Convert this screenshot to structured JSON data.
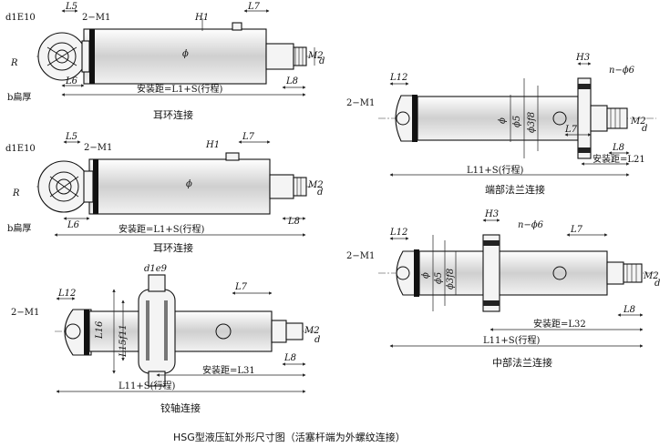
{
  "main_title": "HSG型液压缸外形尺寸图（活塞杆端为外螺纹连接）",
  "views": {
    "ear_ring_1": {
      "caption": "耳环连接",
      "labels": {
        "d1e10": "d1E10",
        "r": "R",
        "b_thick": "b扁厚",
        "l5": "L5",
        "two_m1": "2−M1",
        "h1": "H1",
        "l7": "L7",
        "l6": "L6",
        "phi": "ϕ",
        "m2": "M2",
        "d": "d",
        "l8": "L8",
        "install": "安装距=L1+S(行程)"
      }
    },
    "ear_ring_2": {
      "caption": "耳环连接",
      "labels": {
        "d1e10": "d1E10",
        "r": "R",
        "b_thick": "b扁厚",
        "l5": "L5",
        "two_m1": "2−M1",
        "h1": "H1",
        "l7": "L7",
        "l6": "L6",
        "phi": "ϕ",
        "m2": "M2",
        "d": "d",
        "l8": "L8",
        "install": "安装距=L1+S(行程)"
      }
    },
    "trunnion": {
      "caption": "铰轴连接",
      "labels": {
        "d1e9": "d1e9",
        "l12": "L12",
        "two_m1": "2−M1",
        "l16": "L16",
        "l15f11": "L15f11",
        "l7": "L7",
        "m2": "M2",
        "d": "d",
        "l8": "L8",
        "install": "安装距=L31",
        "total": "L11+S(行程)"
      }
    },
    "end_flange": {
      "caption": "端部法兰连接",
      "labels": {
        "l12": "L12",
        "h3": "H3",
        "n_phi6": "n−ϕ6",
        "two_m1": "2−M1",
        "phi": "ϕ",
        "phi5": "ϕ5",
        "phi3f8": "ϕ3f8",
        "l7": "L7",
        "m2": "M2",
        "d": "d",
        "l8": "L8",
        "install": "安装距=L21",
        "total": "L11+S(行程)"
      }
    },
    "mid_flange": {
      "caption": "中部法兰连接",
      "labels": {
        "l12": "L12",
        "h3": "H3",
        "n_phi6": "n−ϕ6",
        "two_m1": "2−M1",
        "phi": "ϕ",
        "phi5": "ϕ5",
        "phi3f8": "ϕ3f8",
        "l7": "L7",
        "m2": "M2",
        "d": "d",
        "l8": "L8",
        "install": "安装距=L32",
        "total": "L11+S(行程)"
      }
    }
  }
}
